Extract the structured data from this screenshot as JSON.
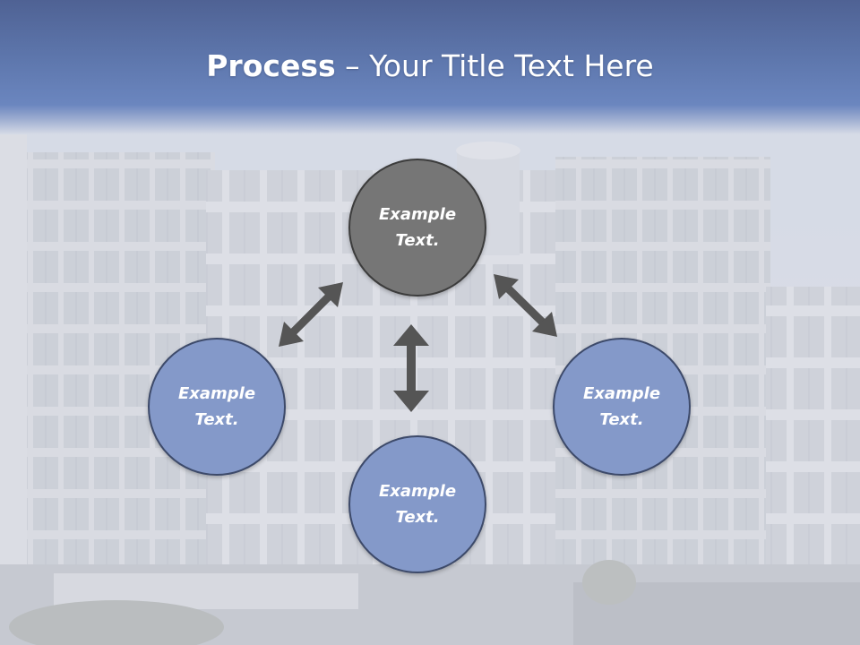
{
  "slide": {
    "title_bold": "Process",
    "title_rest": " – Your Title Text Here"
  },
  "nodes": {
    "top": "Example Text.",
    "left": "Example Text.",
    "right": "Example Text.",
    "bottom": "Example Text."
  },
  "colors": {
    "title_band": "#5e77ad",
    "center_node": "#767676",
    "outer_node": "#8499c9",
    "arrow": "#555555"
  }
}
